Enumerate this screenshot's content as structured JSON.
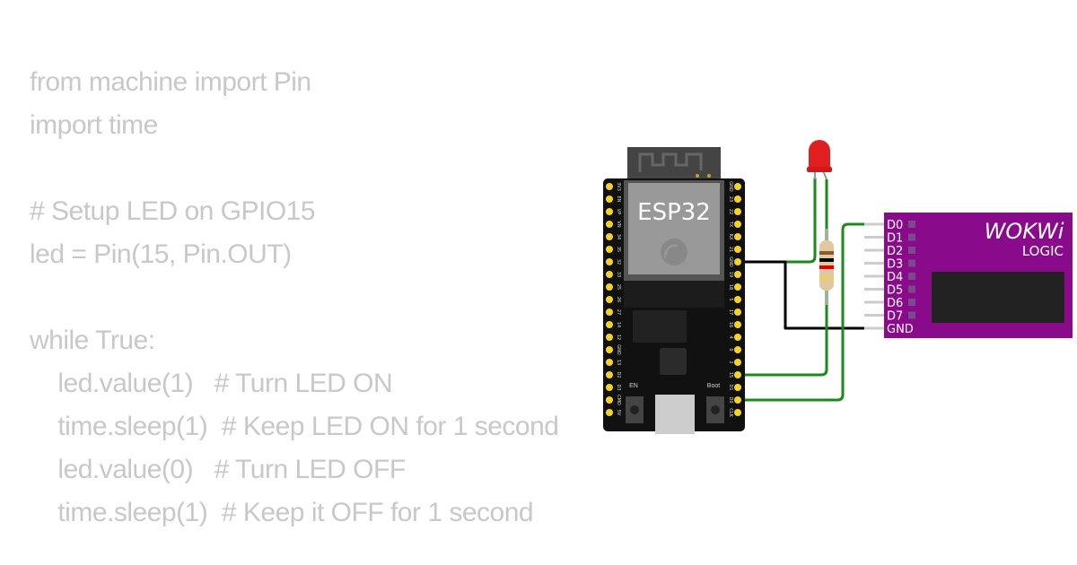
{
  "code_lines": [
    "from machine import Pin",
    "import time",
    "",
    "# Setup LED on GPIO15",
    "led = Pin(15, Pin.OUT)",
    "",
    "while True:",
    "    led.value(1)   # Turn LED ON",
    "    time.sleep(1)  # Keep LED ON for 1 second",
    "    led.value(0)   # Turn LED OFF",
    "    time.sleep(1)  # Keep it OFF for 1 second"
  ],
  "esp32": {
    "label": "ESP32",
    "left_pins": [
      "3V3",
      "EN",
      "VP",
      "VN",
      "34",
      "35",
      "32",
      "33",
      "25",
      "26",
      "27",
      "14",
      "12",
      "GND",
      "13",
      "D2",
      "D3",
      "CMD",
      "5V"
    ],
    "right_pins": [
      "GND",
      "23",
      "22",
      "TX",
      "RX",
      "21",
      "GND",
      "19",
      "18",
      "5",
      "17",
      "16",
      "4",
      "0",
      "2",
      "15",
      "D1",
      "D0",
      "CLK"
    ],
    "en_label": "EN",
    "boot_label": "Boot"
  },
  "logic": {
    "brand": "WOKWi",
    "subtitle": "LOGIC",
    "channels": [
      "D0",
      "D1",
      "D2",
      "D3",
      "D4",
      "D5",
      "D6",
      "D7",
      "GND"
    ],
    "color": "#8a0a8c"
  },
  "wire_colors": {
    "signal": "#1a8a1a",
    "ground": "#000000"
  },
  "led_color": "#e02020"
}
